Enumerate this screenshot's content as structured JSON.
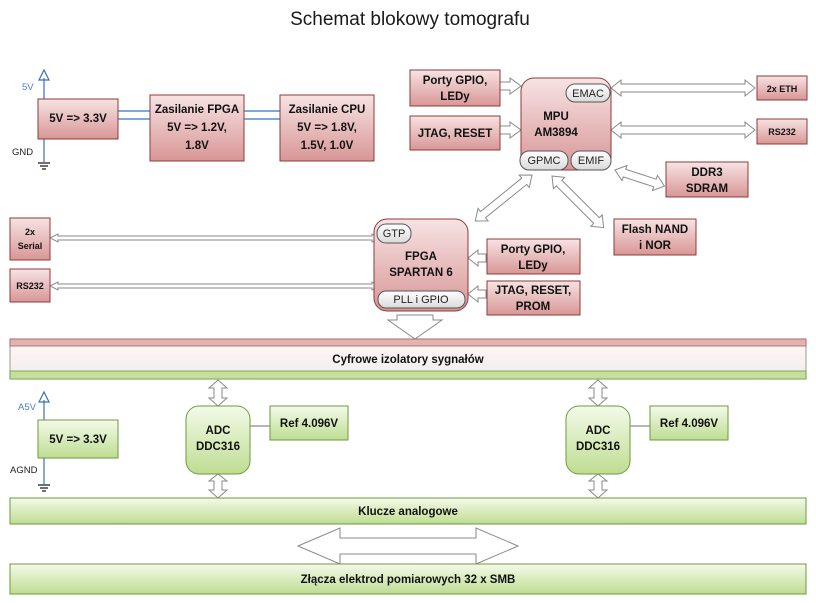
{
  "title": "Schemat blokowy tomografu",
  "power_top": {
    "rail": "5V",
    "gnd": "GND",
    "regulator": "5V => 3.3V",
    "fpga_supply": [
      "Zasilanie FPGA",
      "5V => 1.2V,",
      "1.8V"
    ],
    "cpu_supply": [
      "Zasilanie CPU",
      "5V => 1.8V,",
      "1.5V, 1.0V"
    ]
  },
  "mpu": {
    "label": [
      "MPU",
      "AM3894"
    ],
    "ports": {
      "emac": "EMAC",
      "gpmc": "GPMC",
      "emif": "EMIF"
    },
    "gpio": [
      "Porty GPIO,",
      "LEDy"
    ],
    "jtag": "JTAG, RESET",
    "eth": "2x ETH",
    "rs232": "RS232",
    "ddr3": [
      "DDR3",
      "SDRAM"
    ],
    "flash": [
      "Flash NAND",
      "i NOR"
    ]
  },
  "fpga": {
    "label": [
      "FPGA",
      "SPARTAN 6"
    ],
    "ports": {
      "gtp": "GTP",
      "pll": "PLL  i  GPIO"
    },
    "serial": [
      "2x",
      "Serial"
    ],
    "rs232": "RS232",
    "gpio": [
      "Porty GPIO,",
      "LEDy"
    ],
    "jtag": [
      "JTAG, RESET,",
      "PROM"
    ]
  },
  "isolators": "Cyfrowe izolatory sygnałów",
  "power_bottom": {
    "rail": "A5V",
    "gnd": "AGND",
    "regulator": "5V => 3.3V"
  },
  "adc_left": {
    "label": [
      "ADC",
      "DDC316"
    ],
    "ref": "Ref 4.096V"
  },
  "adc_right": {
    "label": [
      "ADC",
      "DDC316"
    ],
    "ref": "Ref 4.096V"
  },
  "analog_switches": "Klucze analogowe",
  "electrodes": "Złącza elektrod pomiarowych 32 x SMB",
  "colors": {
    "red_top": "#f6dede",
    "red_bottom": "#dc9d9d",
    "red_border": "#8c3a3a",
    "green_top": "#f2f9e6",
    "green_bottom": "#c2df99",
    "green_border": "#6f9a3e",
    "arrow_fill": "#ffffff",
    "arrow_stroke": "#8a8a8a",
    "wire_blue": "#2e74c8"
  }
}
